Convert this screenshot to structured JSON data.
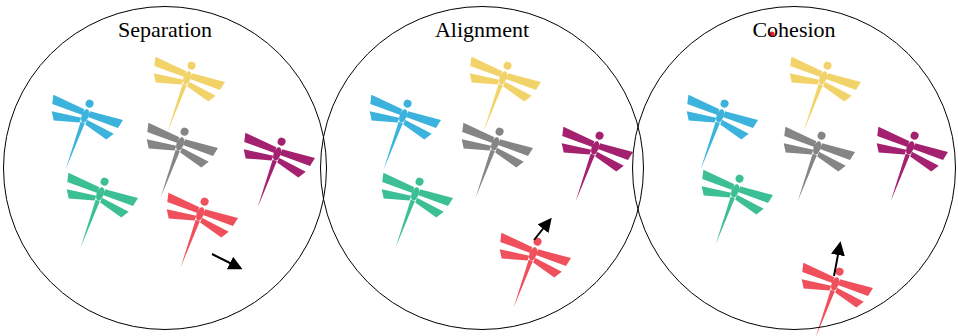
{
  "diagram": {
    "nodes": [
      {
        "text": [
          "Separation"
        ]
      },
      {
        "text": [
          "Alignment"
        ]
      },
      {
        "text": [
          "Cohesion"
        ]
      }
    ]
  }
}
